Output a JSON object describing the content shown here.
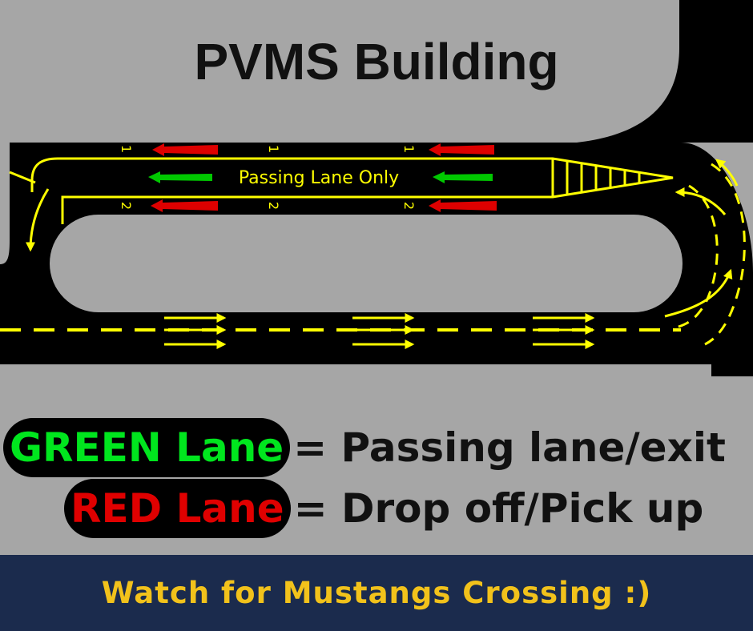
{
  "title": "PVMS Building",
  "map": {
    "lane_label": "Passing Lane Only",
    "lane_numbers": [
      "1",
      "1",
      "1",
      "2",
      "2",
      "2"
    ],
    "colors": {
      "road": "#000000",
      "background": "#a6a6a6",
      "markings": "#ffff00",
      "green_arrow": "#00c800",
      "red_arrow": "#dd0000"
    }
  },
  "legend": {
    "green": {
      "label": "GREEN Lane",
      "desc": "= Passing lane/exit",
      "color": "#00e61e"
    },
    "red": {
      "label": "RED Lane",
      "desc": "= Drop off/Pick up",
      "color": "#e00000"
    }
  },
  "banner": {
    "text": "Watch for Mustangs Crossing :)",
    "bg": "#1b2b4d",
    "color": "#f2c21b"
  }
}
